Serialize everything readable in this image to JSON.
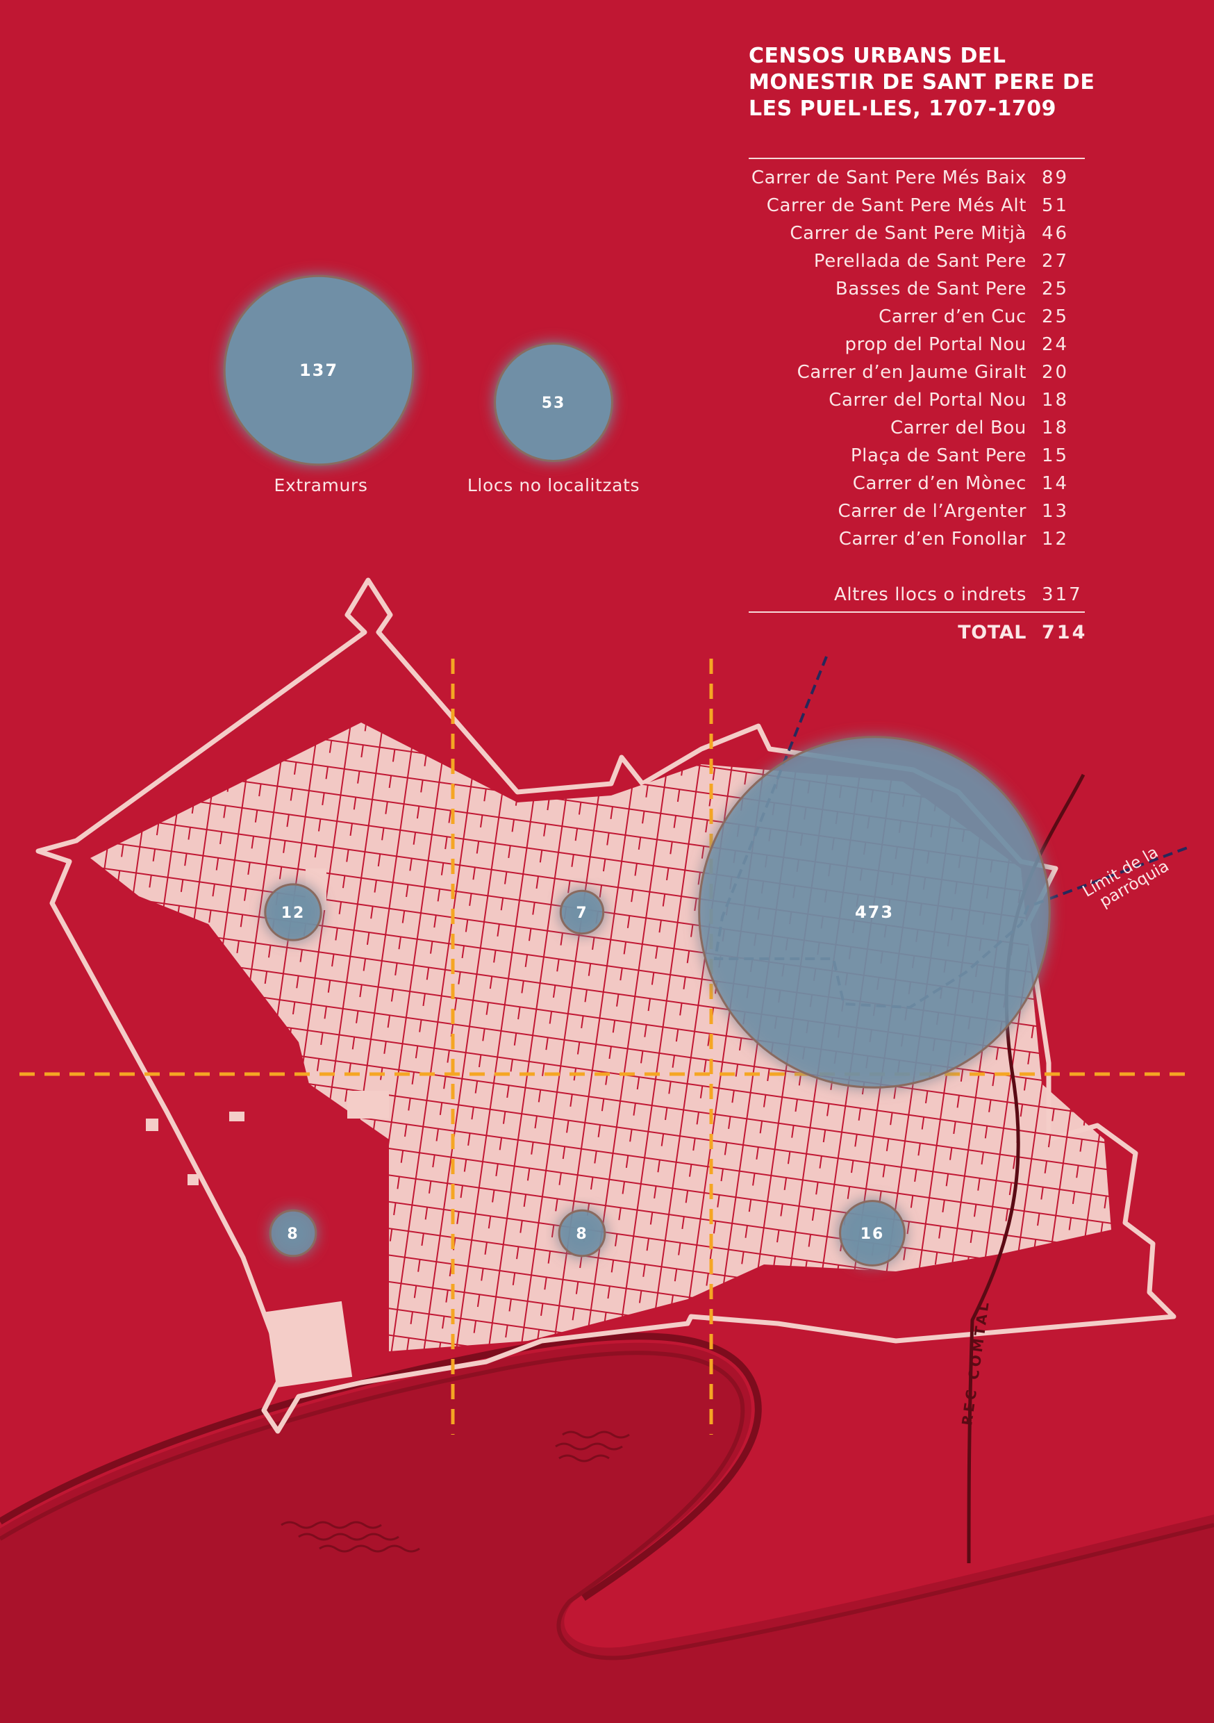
{
  "title": "CENSOS URBANS DEL MONESTIR DE SANT PERE DE LES PUEL·LES, 1707-1709",
  "streets": [
    {
      "name": "Carrer de Sant Pere Més Baix",
      "value": "89"
    },
    {
      "name": "Carrer de Sant Pere Més Alt",
      "value": "51"
    },
    {
      "name": "Carrer de Sant Pere Mitjà",
      "value": "46"
    },
    {
      "name": "Perellada de Sant Pere",
      "value": "27"
    },
    {
      "name": "Basses de Sant Pere",
      "value": "25"
    },
    {
      "name": "Carrer d’en Cuc",
      "value": "25"
    },
    {
      "name": "prop del Portal Nou",
      "value": "24"
    },
    {
      "name": "Carrer d’en Jaume Giralt",
      "value": "20"
    },
    {
      "name": "Carrer del Portal Nou",
      "value": "18"
    },
    {
      "name": "Carrer del Bou",
      "value": "18"
    },
    {
      "name": "Plaça de Sant Pere",
      "value": "15"
    },
    {
      "name": "Carrer d’en Mònec",
      "value": "14"
    },
    {
      "name": "Carrer de l’Argenter",
      "value": "13"
    },
    {
      "name": "Carrer d’en Fonollar",
      "value": "12"
    }
  ],
  "other": {
    "name": "Altres llocs o indrets",
    "value": "317"
  },
  "total": {
    "name": "TOTAL",
    "value": "714"
  },
  "legend_bubbles": [
    {
      "label": "Extramurs",
      "value": 137
    },
    {
      "label": "Llocs no localitzats",
      "value": 53
    }
  ],
  "map_bubbles": [
    {
      "value": 473
    },
    {
      "value": 12
    },
    {
      "value": 7
    },
    {
      "value": 8
    },
    {
      "value": 8
    },
    {
      "value": 16
    }
  ],
  "annotations": {
    "parish_limit_line1": "Límit de la",
    "parish_limit_line2": "parròquia",
    "rec_comtal": "REC COMTAL"
  },
  "colors": {
    "background": "#c01733",
    "city": "#f4cdc8",
    "bubble": "#6f8fa6",
    "grid": "#f5a623",
    "parish": "#27285a",
    "river": "#8e0f22"
  }
}
